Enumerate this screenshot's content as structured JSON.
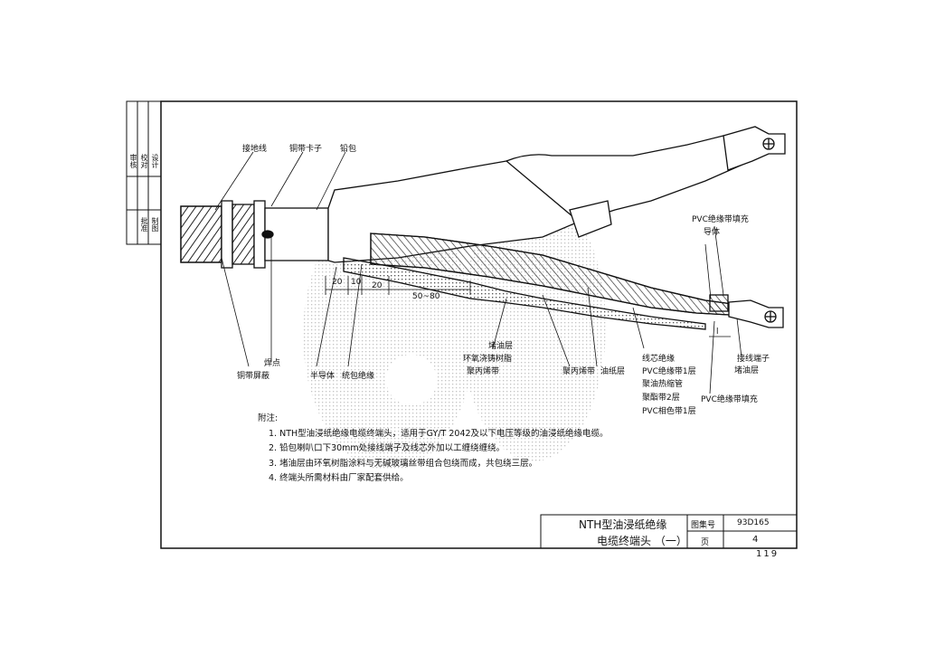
{
  "labels": {
    "ground_wire": "接地线",
    "copper_clip": "铜带卡子",
    "lead_sheath": "铅包",
    "pvc_tape_fill_top": "PVC绝缘带填充",
    "conductor": "导体",
    "solder_point": "焊点",
    "copper_shield": "铜带屏蔽",
    "semi_cond": "半导体",
    "belt_insul": "统包绝缘",
    "oil_block_layer": "堵油层",
    "epoxy_cast": "环氧浇铸树脂",
    "polyester_tape": "聚丙烯带",
    "polyester_tape2": "聚丙烯带",
    "oil_paper": "油纸层",
    "core_insul": "线芯绝缘",
    "pvc_tape1": "PVC绝缘带1层",
    "heat_shrink": "聚油热缩管",
    "tape2": "聚酯带2层",
    "pvc_color1": "PVC相色带1层",
    "lug": "接线端子",
    "oil_block2": "堵油层",
    "pvc_tape_fill_bottom": "PVC绝缘带填充"
  },
  "dims": {
    "d20a": "20",
    "d10": "10",
    "d20b": "20",
    "d50_80": "50~80",
    "dl": "l"
  },
  "notes": {
    "heading": "附注:",
    "n1": "1. NTH型油浸纸绝缘电缆终端头，适用于GY/T 2042及以下电压等级的油浸纸绝缘电缆。",
    "n2": "2. 铅包喇叭口下30mm处接线端子及线芯外加以工缠绕缠绕。",
    "n3": "3. 堵油层由环氧树脂涂料与无碱玻璃丝带组合包绕而成，共包绕三层。",
    "n4": "4. 终端头所需材料由厂家配套供给。"
  },
  "title_block": {
    "title_line1": "NTH型油浸纸绝缘",
    "title_line2": "电缆终端头 （一）",
    "atlas_label": "图集号",
    "atlas_no": "93D165",
    "page_label": "页",
    "page_no": "4"
  },
  "page_number": "119",
  "side_column": {
    "c1": "审核",
    "c2": "校对",
    "c3": "设计",
    "c4": "批准",
    "c5": "制图"
  }
}
